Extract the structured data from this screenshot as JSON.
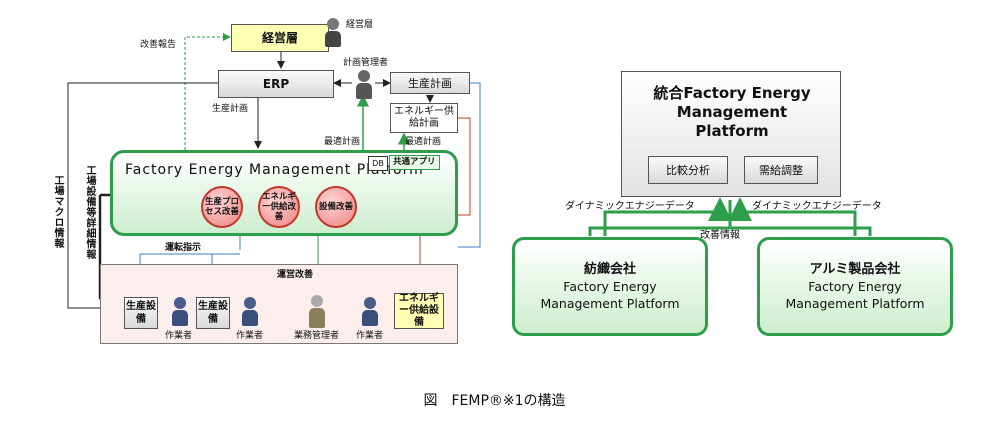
{
  "left": {
    "keiei": "経営層",
    "keiei_person": "経営層",
    "kaizen_hokoku": "改善報告",
    "erp": "ERP",
    "keikaku_kanrisha": "計画管理者",
    "seisan_keikaku_box": "生産計画",
    "energy_kyokyu_keikaku": "エネルギー供給計画",
    "seisan_keikaku_label": "生産計画",
    "saiteki_keikaku_1": "最適計画",
    "saiteki_keikaku_2": "最適計画",
    "femp_title": "Factory Energy Management Platform",
    "db": "DB",
    "kyotsu_app": "共通アプリ",
    "circles": [
      "生産プロセス改善",
      "エネルギー供給改善",
      "設備改善"
    ],
    "kojo_macro": "工場マクロ情報",
    "kojo_setsubi": "工場設備等詳細情報",
    "unten_shiji": "運転指示",
    "unei_kaizen": "運営改善",
    "seisan_setsubi": "生産設備",
    "energy_kyokyu_setsubi": "エネルギー供給設備",
    "sagyosha": "作業者",
    "gyomu_kanrisha": "業務管理者"
  },
  "right": {
    "integrated_title": "統合Factory Energy Management Platform",
    "hikaku": "比較分析",
    "jukyu": "需給調整",
    "dynamic_left": "ダイナミックエナジーデータ",
    "dynamic_right": "ダイナミックエナジーデータ",
    "kaizen_joho": "改善情報",
    "boshoku_name": "紡織会社",
    "alumi_name": "アルミ製品会社",
    "company_femp": "Factory Energy Management Platform"
  },
  "caption": "図　FEMP®※1の構造",
  "colors": {
    "green": "#2e9e4a",
    "blue": "#3d7cc9",
    "red": "#c0392b",
    "yellow": "#ffffb3"
  }
}
